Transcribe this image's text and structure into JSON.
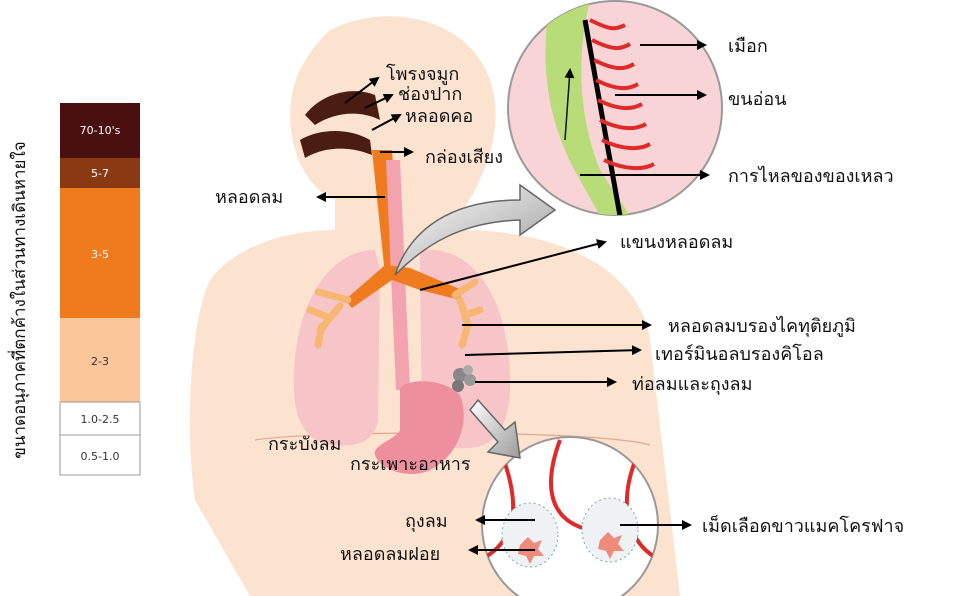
{
  "scale": {
    "axis_label": "ขนาดอนุภาคที่ตกค้างในส่วนทางเดินหายใจ",
    "segments": [
      {
        "label": "70-10's",
        "color": "#4a1010",
        "text_color": "#ffffff"
      },
      {
        "label": "5-7",
        "color": "#8a3a12",
        "text_color": "#ffffff"
      },
      {
        "label": "3-5",
        "color": "#f07a1e",
        "text_color": "#ffffff"
      },
      {
        "label": "2-3",
        "color": "#fbc79a",
        "text_color": "#333333"
      },
      {
        "label": "1.0-2.5",
        "color": "#ffffff",
        "text_color": "#333333"
      },
      {
        "label": "0.5-1.0",
        "color": "#ffffff",
        "text_color": "#333333"
      }
    ]
  },
  "labels": {
    "nasal_cavity": "โพรงจมูก",
    "oral_cavity": "ช่องปาก",
    "pharynx": "หลอดคอ",
    "larynx": "กล่องเสียง",
    "trachea": "หลอดลม",
    "mucus": "เมือก",
    "cilia": "ขนอ่อน",
    "fluid_flow": "การไหลของของเหลว",
    "bronchus": "แขนงหลอดลม",
    "bronchiole": "หลอดลมบรองไคทุติยภูมิ",
    "terminal_bronchiole": "เทอร์มินอลบรองคิโอล",
    "alveolar_duct_sac": "ท่อลมและถุงลม",
    "diaphragm": "กระบังลม",
    "stomach": "กระเพาะอาหาร",
    "alveolus": "ถุงลม",
    "small_bronchiole": "หลอดลมฝอย",
    "macrophage": "เม็ดเลือดขาวแมคโครฟาจ"
  },
  "colors": {
    "skin": "#fbe3d0",
    "lung": "#f7c4c8",
    "airway": "#f07a1e",
    "branch": "#f6b870",
    "stomach": "#ee8f9e",
    "cavity": "#4a1c12",
    "mucus": "#b8dc78",
    "capillary": "#e02a2a"
  }
}
